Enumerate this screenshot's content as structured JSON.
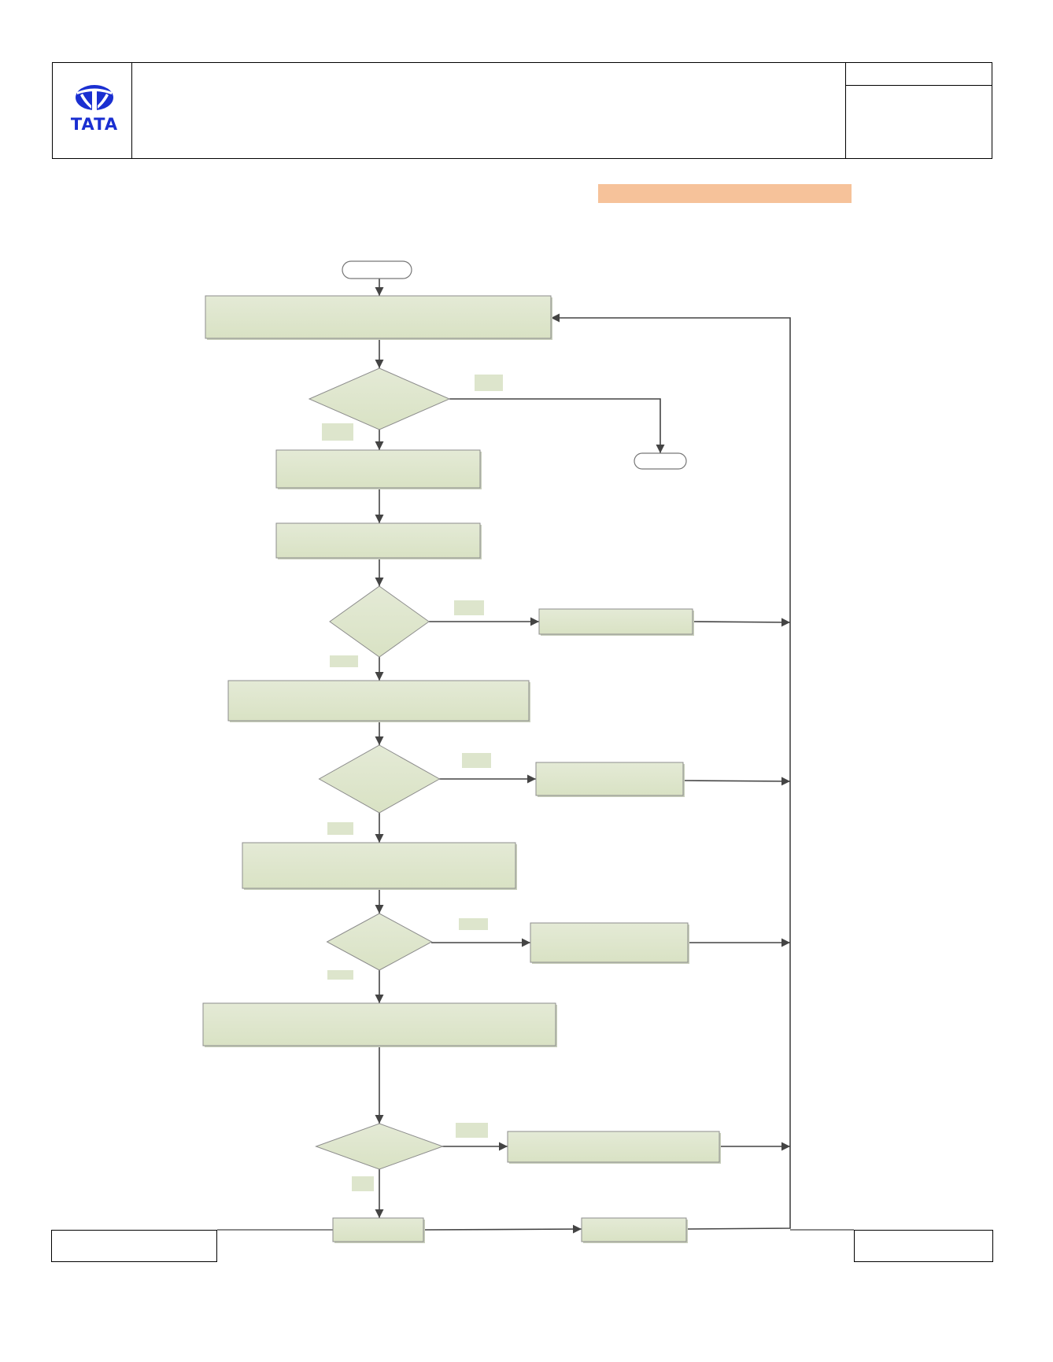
{
  "header": {
    "logo": {
      "wordmark": "TATA",
      "color": "#1a2fd1"
    }
  },
  "highlight_bar": {
    "color": "#f6c29a"
  },
  "flowchart": {
    "box_fill": "#d9e2c4",
    "box_stroke": "#8c8c8c",
    "label_fill": "#dde5cc",
    "terminal_fill": "#ffffff",
    "line_color": "#444444",
    "nodes": [
      {
        "id": "start",
        "type": "terminal",
        "text": ""
      },
      {
        "id": "step-1",
        "type": "process",
        "text": ""
      },
      {
        "id": "decision-1",
        "type": "decision",
        "text": ""
      },
      {
        "id": "end",
        "type": "terminal",
        "text": ""
      },
      {
        "id": "step-2",
        "type": "process",
        "text": ""
      },
      {
        "id": "step-3",
        "type": "process",
        "text": ""
      },
      {
        "id": "decision-2",
        "type": "decision",
        "text": ""
      },
      {
        "id": "side-2",
        "type": "process",
        "text": ""
      },
      {
        "id": "step-4",
        "type": "process",
        "text": ""
      },
      {
        "id": "decision-3",
        "type": "decision",
        "text": ""
      },
      {
        "id": "side-3",
        "type": "process",
        "text": ""
      },
      {
        "id": "step-5",
        "type": "process",
        "text": ""
      },
      {
        "id": "decision-4",
        "type": "decision",
        "text": ""
      },
      {
        "id": "side-4",
        "type": "process",
        "text": ""
      },
      {
        "id": "step-6",
        "type": "process",
        "text": ""
      },
      {
        "id": "decision-5",
        "type": "decision",
        "text": ""
      },
      {
        "id": "side-5",
        "type": "process",
        "text": ""
      },
      {
        "id": "step-7",
        "type": "process",
        "text": ""
      },
      {
        "id": "step-8",
        "type": "process",
        "text": ""
      }
    ],
    "branch_labels": [
      {
        "id": "label-d1-right",
        "text": ""
      },
      {
        "id": "label-d1-down",
        "text": ""
      },
      {
        "id": "label-d2-right",
        "text": ""
      },
      {
        "id": "label-d2-down",
        "text": ""
      },
      {
        "id": "label-d3-right",
        "text": ""
      },
      {
        "id": "label-d3-down",
        "text": ""
      },
      {
        "id": "label-d4-right",
        "text": ""
      },
      {
        "id": "label-d4-down",
        "text": ""
      },
      {
        "id": "label-d5-right",
        "text": ""
      },
      {
        "id": "label-d5-down",
        "text": ""
      }
    ]
  }
}
